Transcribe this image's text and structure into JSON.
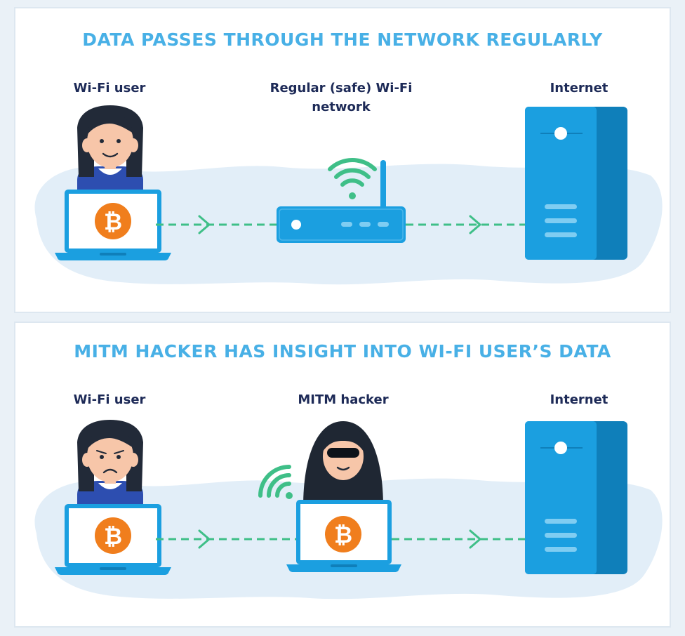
{
  "panels": [
    {
      "title": "DATA PASSES THROUGH THE NETWORK REGULARLY",
      "labels": {
        "left": "Wi-Fi user",
        "middle": "Regular (safe) Wi-Fi network",
        "right": "Internet"
      }
    },
    {
      "title": "MITM HACKER HAS INSIGHT INTO WI-FI USER’S DATA",
      "labels": {
        "left": "Wi-Fi user",
        "middle": "MITM hacker",
        "right": "Internet"
      }
    }
  ],
  "icons": {
    "coin": "bitcoin-icon",
    "router": "wifi-router-icon",
    "signal": "wifi-signal-icon",
    "server": "server-icon",
    "hacker": "hooded-hacker-icon",
    "user": "woman-user-icon",
    "laptop": "laptop-icon",
    "arrow": "dashed-arrow-icon"
  },
  "colors": {
    "title": "#48b0e6",
    "label": "#1d2a57",
    "arrow": "#3fbf88",
    "device": "#1b9fe0",
    "coin": "#f07e1d",
    "cloud": "#e2eef8"
  }
}
